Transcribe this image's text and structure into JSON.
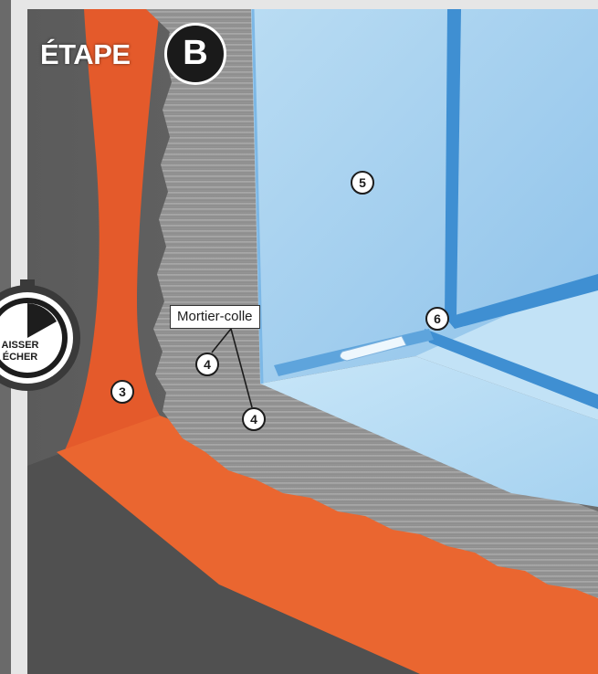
{
  "step": {
    "word": "ÉTAPE",
    "letter": "B"
  },
  "label": {
    "text": "Mortier-colle"
  },
  "timer": {
    "line1": "AISSER",
    "line2": "ÉCHER"
  },
  "callouts": [
    "3",
    "4",
    "4",
    "5",
    "6"
  ],
  "colors": {
    "orange_membrane": "#e45a2b",
    "mortar_gray": "#9a9a9a",
    "blue_panel": "#9cc9ec",
    "blue_seam": "#3f8fd2",
    "dark_floor": "#555555"
  }
}
